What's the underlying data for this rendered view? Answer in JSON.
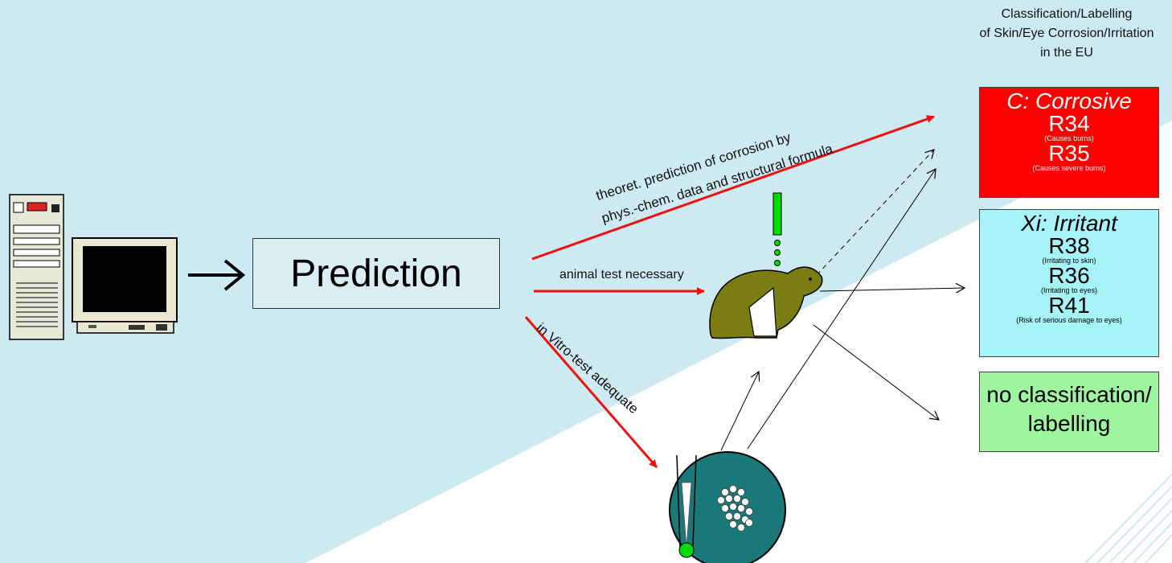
{
  "header": {
    "line1": "Classification/Labelling",
    "line2": "of Skin/Eye Corrosion/Irritation",
    "line3": "in the EU"
  },
  "prediction_label": "Prediction",
  "paths": {
    "theoretical_line1": "theoret. prediction of corrosion by",
    "theoretical_line2": "phys.-chem. data and structural formula",
    "animal": "animal test necessary",
    "invitro": "in Vitro-test adequate"
  },
  "classes": {
    "corrosive": {
      "title": "C: Corrosive",
      "items": [
        {
          "code": "R34",
          "note": "(Causes burns)"
        },
        {
          "code": "R35",
          "note": "(Causes severe burns)"
        }
      ]
    },
    "irritant": {
      "title": "Xi: Irritant",
      "items": [
        {
          "code": "R38",
          "note": "(Irritating to skin)"
        },
        {
          "code": "R36",
          "note": "(Irritating to eyes)"
        },
        {
          "code": "R41",
          "note": "(Risk of serious damage to eyes)"
        }
      ]
    },
    "none": {
      "line1": "no classification/",
      "line2": "labelling"
    }
  },
  "colors": {
    "background": "#cde9f1",
    "lower_band": "#ffffff",
    "red_arrow": "#ee1111",
    "corrosive_box": "#ff0000",
    "irritant_box": "#a6f3f8",
    "none_box": "#9ff59f",
    "animal": "#7b7c12",
    "petri_dish": "#1a7878",
    "indicator_green": "#00dd00"
  }
}
